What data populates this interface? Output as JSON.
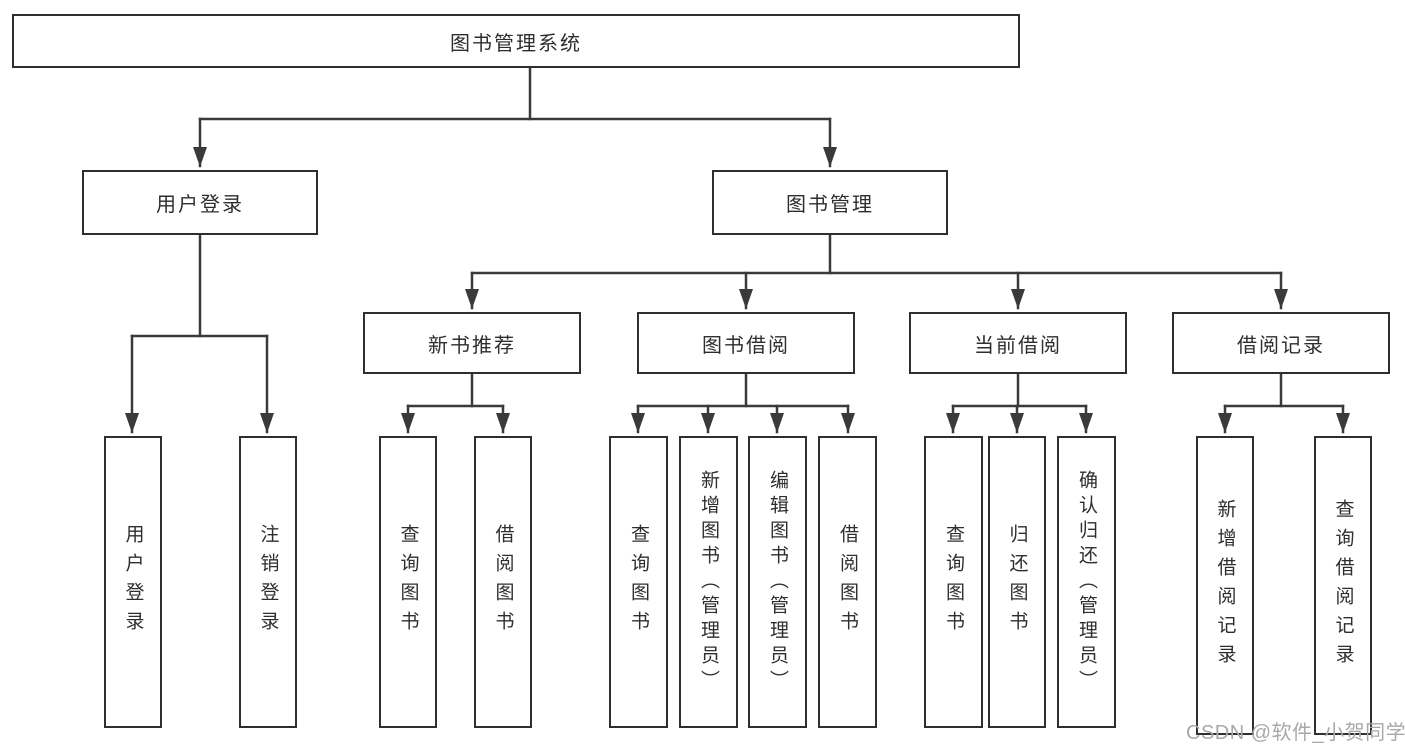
{
  "tree": {
    "root": {
      "label": "图书管理系统"
    },
    "branches": [
      {
        "label": "用户登录",
        "children": [
          {
            "label": "用户登录"
          },
          {
            "label": "注销登录"
          }
        ]
      },
      {
        "label": "图书管理",
        "children": [
          {
            "label": "新书推荐",
            "children": [
              {
                "label": "查询图书"
              },
              {
                "label": "借阅图书"
              }
            ]
          },
          {
            "label": "图书借阅",
            "children": [
              {
                "label": "查询图书"
              },
              {
                "label": "新增图书（管理员）"
              },
              {
                "label": "编辑图书（管理员）"
              },
              {
                "label": "借阅图书"
              }
            ]
          },
          {
            "label": "当前借阅",
            "children": [
              {
                "label": "查询图书"
              },
              {
                "label": "归还图书"
              },
              {
                "label": "确认归还（管理员）"
              }
            ]
          },
          {
            "label": "借阅记录",
            "children": [
              {
                "label": "新增借阅记录"
              },
              {
                "label": "查询借阅记录"
              }
            ]
          }
        ]
      }
    ]
  },
  "watermark": {
    "text": "CSDN @软件_小贺同学"
  },
  "colors": {
    "line": "#3a3a3a",
    "box_border": "#2f2f2f",
    "text": "#2e2e2e",
    "watermark": "#a9a9a9",
    "background": "#ffffff"
  }
}
